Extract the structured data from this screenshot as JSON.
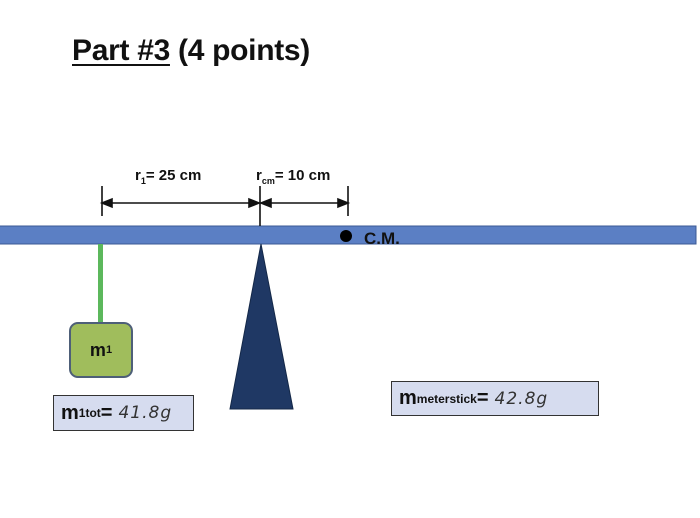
{
  "title": {
    "part": "Part #3",
    "points": " (4 points)"
  },
  "labels": {
    "r1_main": "r",
    "r1_sub": "1",
    "r1_value": "= 25 cm",
    "rcm_main": "r",
    "rcm_sub": "cm",
    "rcm_value": "= 10 cm",
    "cm": "C.M."
  },
  "mass_block": {
    "main": "m",
    "sub": "1"
  },
  "m1tot_box": {
    "main": "m",
    "sub": "1tot",
    "eq": "=",
    "value": "41.8g"
  },
  "meterstick_box": {
    "main": "m",
    "sub": "meterstick",
    "eq": " =",
    "value": "42.8g"
  },
  "colors": {
    "meterstick": "#5b7fc4",
    "fulcrum": "#1f3864",
    "string": "#5cb85c",
    "mass": "#a0bd5c",
    "box_fill": "#d6dcef"
  }
}
